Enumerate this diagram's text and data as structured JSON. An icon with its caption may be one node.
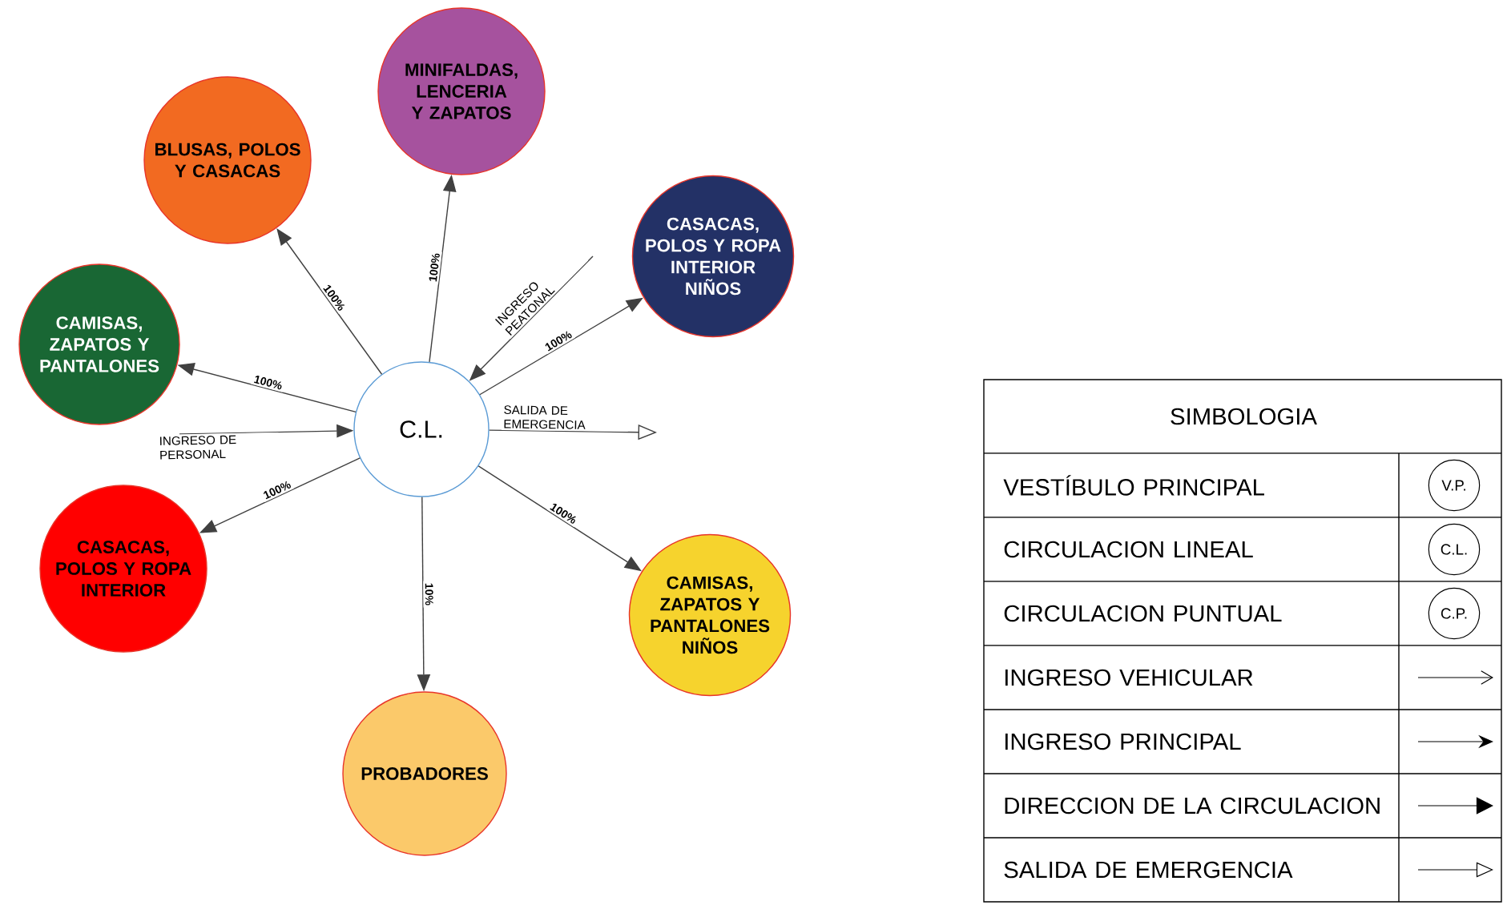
{
  "diagram": {
    "nodes": [
      {
        "text": [
          "C.L."
        ]
      },
      {
        "text": [
          "BLUSAS, POLOS Y CASACAS"
        ]
      },
      {
        "text": [
          "MINIFALDAS, LENCERIA Y ZAPATOS"
        ]
      },
      {
        "text": [
          "CASACAS, POLOS Y ROPA INTERIOR NIÑOS"
        ]
      },
      {
        "text": [
          "CAMISAS, ZAPATOS Y PANTALONES"
        ]
      },
      {
        "text": [
          "CASACAS, POLOS Y ROPA INTERIOR"
        ]
      },
      {
        "text": [
          "CAMISAS, ZAPATOS Y PANTALONES NIÑOS"
        ]
      },
      {
        "text": [
          "PROBADORES"
        ]
      }
    ],
    "edges": [
      {
        "from": 0,
        "to": 1,
        "arrow": "to",
        "label": "100%"
      },
      {
        "from": 0,
        "to": 2,
        "arrow": "to",
        "label": "100%"
      },
      {
        "from": 0,
        "to": 3,
        "arrow": "to",
        "label": "100%"
      },
      {
        "from": 0,
        "to": 4,
        "arrow": "to",
        "label": "100%"
      },
      {
        "from": 0,
        "to": 5,
        "arrow": "to",
        "label": "100%"
      },
      {
        "from": 0,
        "to": 6,
        "arrow": "to",
        "label": "100%"
      },
      {
        "from": 0,
        "to": 7,
        "arrow": "to",
        "label": "10%"
      },
      {
        "from": null,
        "to": 0,
        "arrow": "to",
        "label": "INGRESO DE PERSONAL"
      },
      {
        "from": null,
        "to": 0,
        "arrow": "to",
        "label": "INGRESO PEATONAL"
      },
      {
        "from": 0,
        "to": null,
        "arrow": "to",
        "label": "SALIDA DE EMERGENCIA"
      }
    ],
    "labels": [
      "SIMBOLOGIA",
      "V.P.",
      "C.L.",
      "C.P."
    ],
    "legend": [
      {
        "text": "VESTÍBULO PRINCIPAL"
      },
      {
        "text": "CIRCULACION LINEAL"
      },
      {
        "text": "CIRCULACION PUNTUAL"
      },
      {
        "text": "INGRESO VEHICULAR"
      },
      {
        "text": "INGRESO PRINCIPAL"
      },
      {
        "text": "DIRECCION DE LA CIRCULACION"
      },
      {
        "text": "SALIDA DE EMERGENCIA"
      }
    ]
  }
}
